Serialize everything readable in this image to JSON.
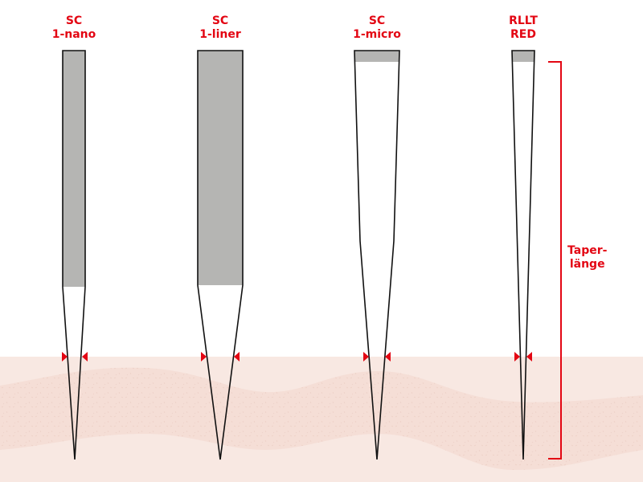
{
  "needles": [
    {
      "id": "sc-1-nano",
      "line1": "SC",
      "line2": "1-nano"
    },
    {
      "id": "sc-1-liner",
      "line1": "SC",
      "line2": "1-liner"
    },
    {
      "id": "sc-1-micro",
      "line1": "SC",
      "line2": "1-micro"
    },
    {
      "id": "rllt-red",
      "line1": "RLLT",
      "line2": "RED"
    }
  ],
  "taper": {
    "line1": "Taper-",
    "line2": "länge"
  },
  "colors": {
    "accent": "#e30613",
    "skin": "#f7e6e0",
    "shaft_fill": "#b5b5b3",
    "outline": "#111111"
  }
}
